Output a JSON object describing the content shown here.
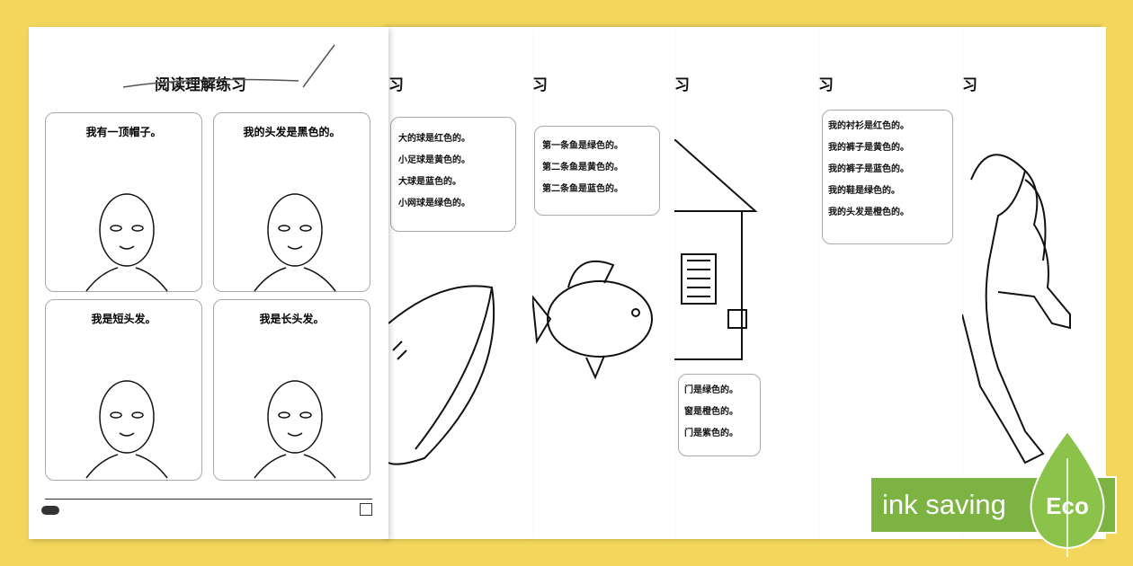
{
  "sheet1": {
    "title": "阅读理解练习",
    "cards": [
      "我有一顶帽子。",
      "我的头发是黑色的。",
      "我是短头发。",
      "我是长头发。"
    ]
  },
  "sheet2": {
    "title": "习",
    "lines": [
      "大的球是红色的。",
      "小足球是黄色的。",
      "大球是蓝色的。",
      "小网球是绿色的。"
    ]
  },
  "sheet3": {
    "title": "习",
    "lines": [
      "第一条鱼是绿色的。",
      "第二条鱼是黄色的。",
      "第二条鱼是蓝色的。"
    ]
  },
  "sheet4": {
    "title": "习",
    "lines": [
      "门是绿色的。",
      "窗是橙色的。",
      "门是紫色的。"
    ]
  },
  "sheet5": {
    "title": "习",
    "lines": [
      "我的衬衫是红色的。",
      "我的裤子是黄色的。",
      "我的裤子是蓝色的。",
      "我的鞋是绿色的。",
      "我的头发是橙色的。"
    ]
  },
  "sheet6": {
    "title": "习"
  },
  "badge": {
    "text": "ink saving",
    "eco": "Eco",
    "color": "#7cb342"
  }
}
